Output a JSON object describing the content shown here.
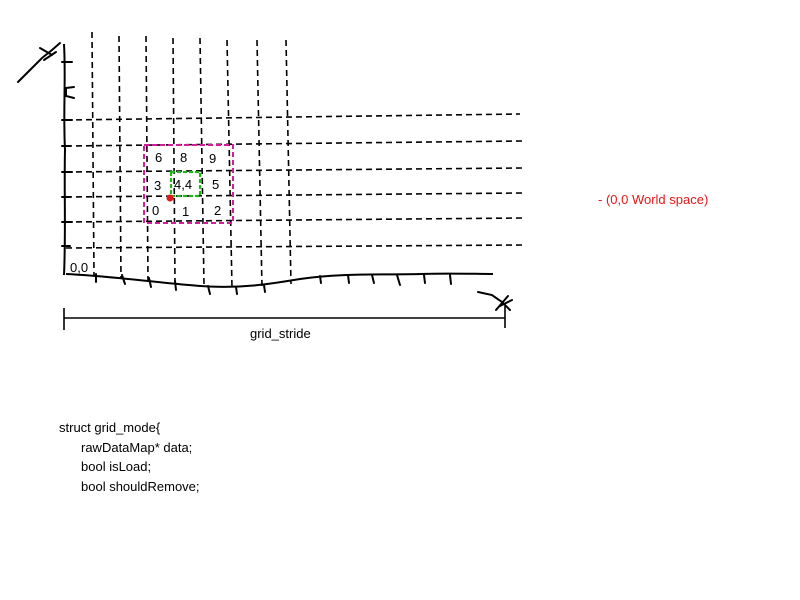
{
  "diagram": {
    "origin_label": "0,0",
    "stride_label": "grid_stride",
    "world_space_note": "- (0,0 World space)",
    "center_cell_label": "4,4",
    "neighbor_cells": [
      "6",
      "8",
      "9",
      "3",
      "5",
      "0",
      "1",
      "2"
    ],
    "colors": {
      "ink": "#000000",
      "neighborhood_box": "#d61b9b",
      "center_box": "#22b51e",
      "origin_dot": "#e01a1a",
      "annotation": "#e01a1a"
    }
  },
  "code": {
    "line1": "struct grid_mode{",
    "line2": "rawDataMap* data;",
    "line3": "bool isLoad;",
    "line4": "bool shouldRemove;"
  }
}
